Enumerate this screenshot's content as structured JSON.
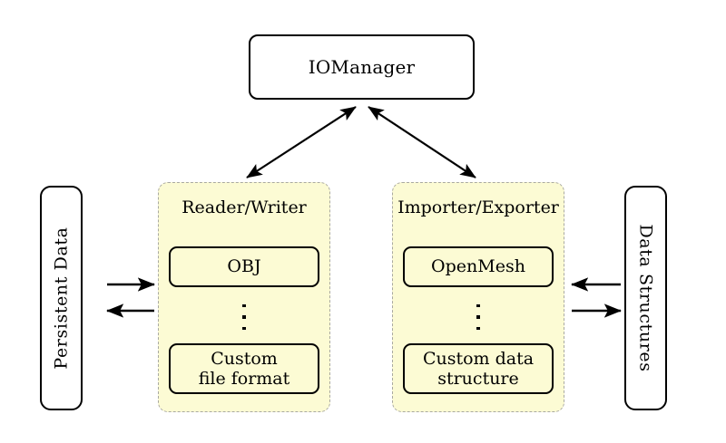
{
  "diagram": {
    "title_node": {
      "label": "IOManager"
    },
    "left_node": {
      "label": "Persistent Data"
    },
    "right_node": {
      "label": "Data Structures"
    },
    "groups": [
      {
        "id": "reader-writer",
        "title": "Reader/Writer",
        "top_item": "OBJ",
        "ellipsis": "⋮",
        "bottom_item_line1": "Custom",
        "bottom_item_line2": "file format"
      },
      {
        "id": "importer-exporter",
        "title": "Importer/Exporter",
        "top_item": "OpenMesh",
        "ellipsis": "⋮",
        "bottom_item_line1": "Custom data",
        "bottom_item_line2": "structure"
      }
    ],
    "connections": [
      {
        "name": "iomanager-to-reader-writer",
        "kind": "double-arrow"
      },
      {
        "name": "iomanager-to-importer-exporter",
        "kind": "double-arrow"
      },
      {
        "name": "persistent-data-to-reader-writer",
        "kind": "arrow-right"
      },
      {
        "name": "reader-writer-to-persistent-data",
        "kind": "arrow-left"
      },
      {
        "name": "data-structures-to-importer-exporter",
        "kind": "arrow-left"
      },
      {
        "name": "importer-exporter-to-data-structures",
        "kind": "arrow-right"
      }
    ],
    "colors": {
      "group_fill": "#fcfbd4",
      "group_border": "#a9a9a1",
      "node_border": "#000000",
      "node_fill": "#ffffff",
      "arrow": "#000000",
      "background": "#ffffff"
    }
  }
}
